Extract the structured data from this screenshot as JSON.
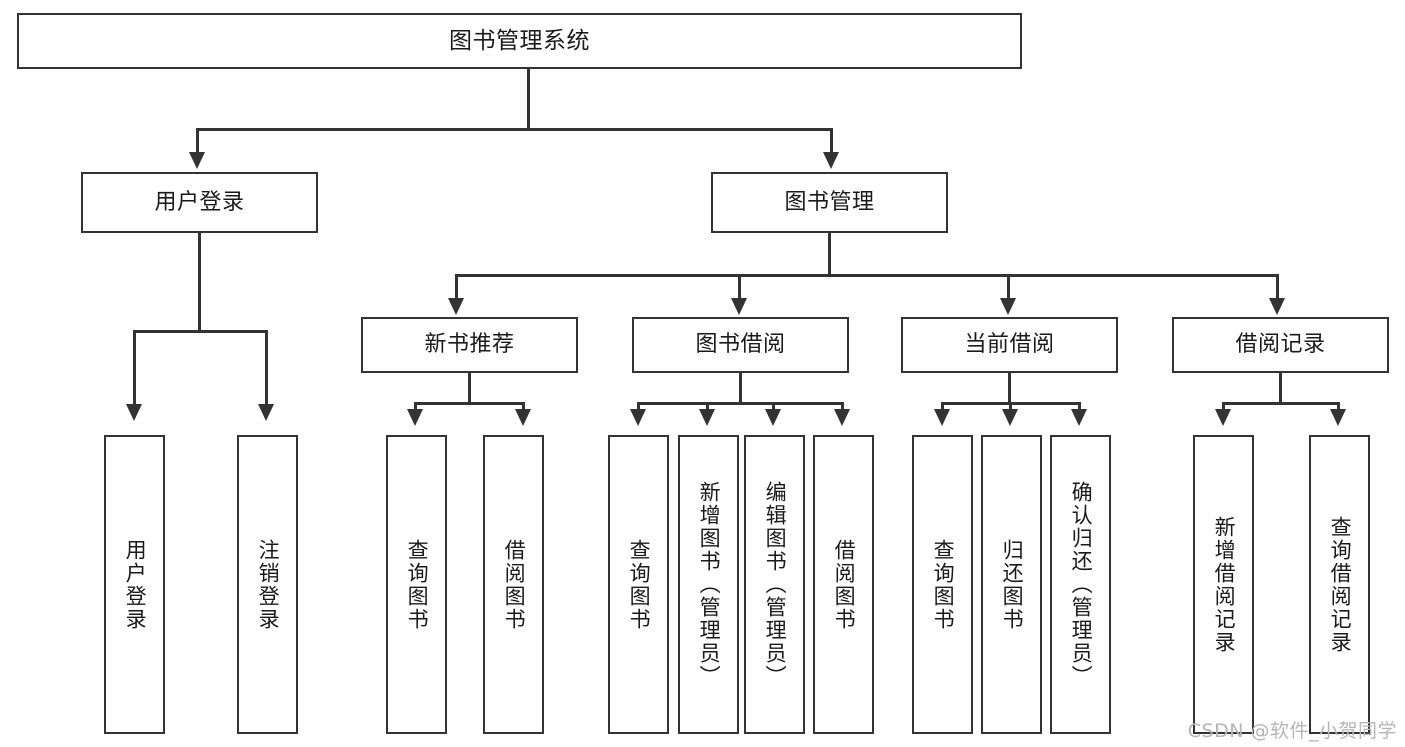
{
  "diagram": {
    "type": "tree",
    "title": "图书管理系统",
    "root": {
      "label": "图书管理系统"
    },
    "level1": [
      {
        "label": "用户登录"
      },
      {
        "label": "图书管理"
      }
    ],
    "level2": [
      {
        "label": "新书推荐"
      },
      {
        "label": "图书借阅"
      },
      {
        "label": "当前借阅"
      },
      {
        "label": "借阅记录"
      }
    ],
    "leaves": {
      "user_login": [
        {
          "label": "用户登录"
        },
        {
          "label": "注销登录"
        }
      ],
      "new_book": [
        {
          "label": "查询图书"
        },
        {
          "label": "借阅图书"
        }
      ],
      "book_borrow": [
        {
          "label": "查询图书"
        },
        {
          "label": "新增图书（管理员）"
        },
        {
          "label": "编辑图书（管理员）"
        },
        {
          "label": "借阅图书"
        }
      ],
      "current_borrow": [
        {
          "label": "查询图书"
        },
        {
          "label": "归还图书"
        },
        {
          "label": "确认归还（管理员）"
        }
      ],
      "borrow_record": [
        {
          "label": "新增借阅记录"
        },
        {
          "label": "查询借阅记录"
        }
      ]
    }
  },
  "watermark": {
    "text": "CSDN @软件_小贺同学"
  },
  "colors": {
    "stroke": "#333333",
    "text": "#1a1a1a",
    "background": "#ffffff",
    "watermark": "#b6b6b6"
  }
}
